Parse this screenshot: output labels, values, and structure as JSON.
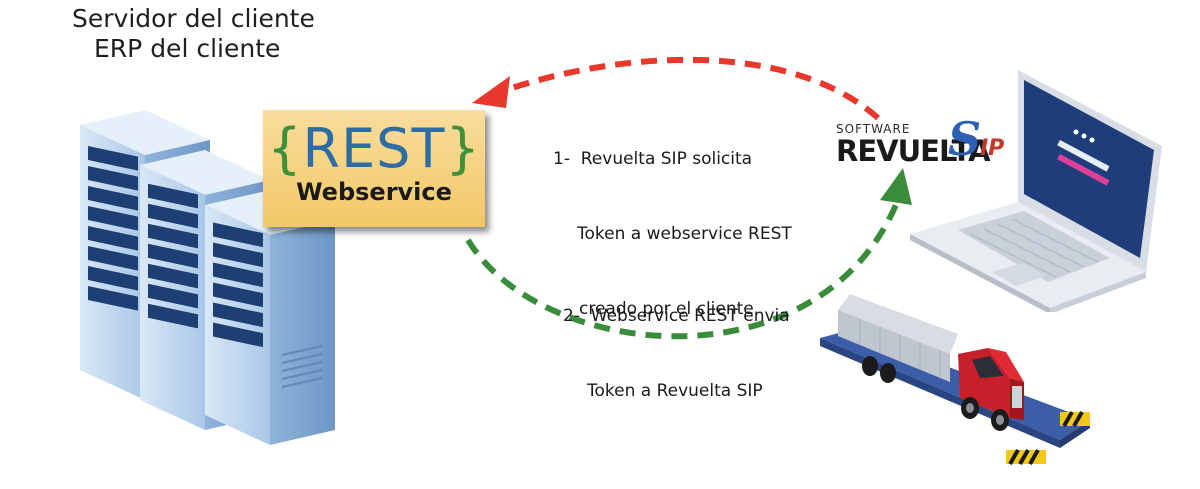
{
  "server": {
    "title_line1": "Servidor del cliente",
    "title_line2": "ERP del cliente"
  },
  "rest_box": {
    "brace_open": "{",
    "word": "REST",
    "brace_close": "}",
    "label": "Webservice"
  },
  "step1": {
    "line1": "1-  Revuelta SIP solicita",
    "line2": "Token a webservice REST",
    "line3": "creado por el cliente"
  },
  "step2": {
    "line1": "2-  Webservice REST envia",
    "line2": "Token a Revuelta SIP"
  },
  "brand": {
    "software": "SOFTWARE",
    "name": "REVUELTA",
    "s_letter": "S",
    "ip_letters": "IP"
  },
  "colors": {
    "request_arrow": "#e8372b",
    "response_arrow": "#3a8c3a",
    "rest_box": "#f5d27d",
    "rest_text": "#2e6da4",
    "server_blue": "#b9d3ee"
  },
  "icons": {
    "server": "server-rack-icon",
    "laptop": "laptop-icon",
    "truck": "truck-on-scale-icon"
  }
}
